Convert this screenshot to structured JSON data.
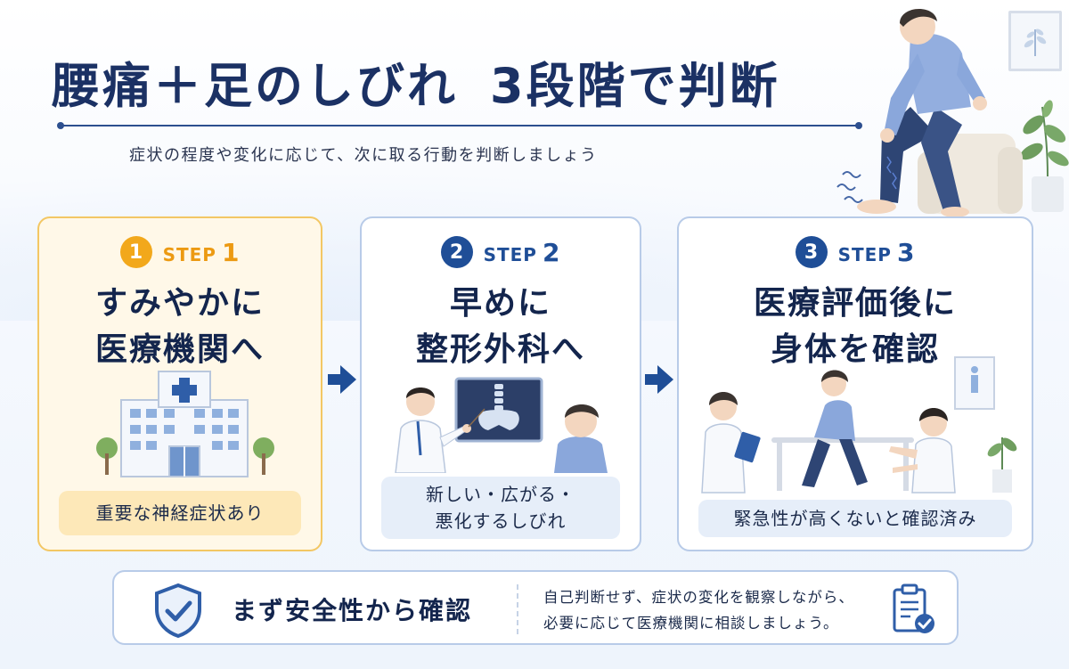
{
  "header": {
    "title_main": "腰痛＋足のしびれ",
    "title_sub": "3段階で判断",
    "subtitle": "症状の程度や変化に応じて、次に取る行動を判断しましょう"
  },
  "steps": [
    {
      "number": "1",
      "label": "STEP",
      "label_num": "1",
      "title_lines": [
        "すみやかに",
        "医療機関へ"
      ],
      "note_lines": [
        "重要な神経症状あり"
      ],
      "accent": "#f2a81b"
    },
    {
      "number": "2",
      "label": "STEP",
      "label_num": "2",
      "title_lines": [
        "早めに",
        "整形外科へ"
      ],
      "note_lines": [
        "新しい・広がる・",
        "悪化するしびれ"
      ],
      "accent": "#1f4e97"
    },
    {
      "number": "3",
      "label": "STEP",
      "label_num": "3",
      "title_lines": [
        "医療評価後に",
        "身体を確認"
      ],
      "note_lines": [
        "緊急性が高くないと確認済み"
      ],
      "accent": "#1f4e97"
    }
  ],
  "bottom": {
    "main": "まず安全性から確認",
    "desc_lines": [
      "自己判断せず、症状の変化を観察しながら、",
      "必要に応じて医療機関に相談しましょう。"
    ]
  },
  "icons": {
    "shield": "shield-check-icon",
    "clipboard": "clipboard-check-icon",
    "arrow": "right-arrow-icon"
  },
  "colors": {
    "navy": "#1b3164",
    "orange": "#f2a81b",
    "blue": "#1f4e97",
    "step1_bg": "#fff8e8",
    "note_blue": "#e6eef9"
  }
}
